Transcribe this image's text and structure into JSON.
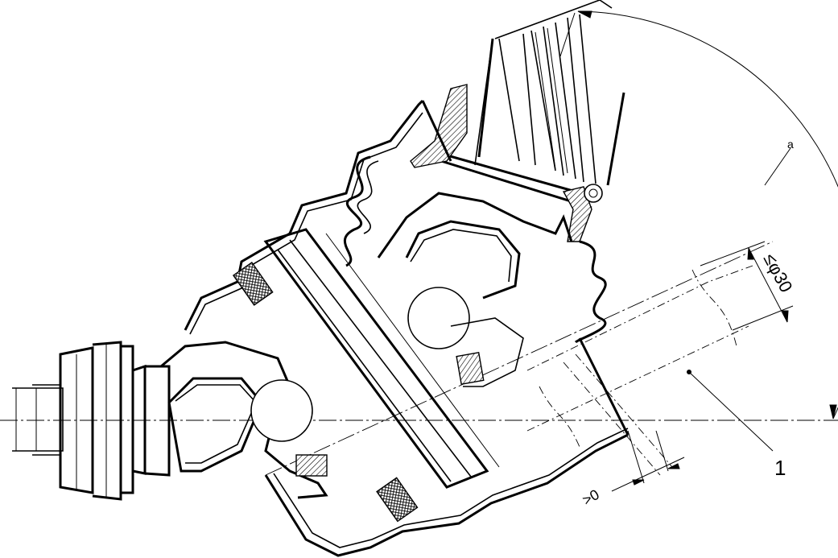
{
  "labels": {
    "angle": "a",
    "diameter": "≤φ30",
    "clearance": ">0",
    "item_number": "1"
  }
}
